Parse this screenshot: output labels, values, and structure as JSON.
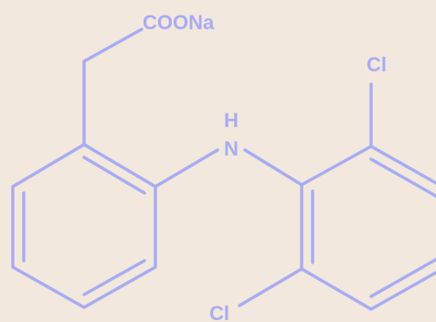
{
  "structure_name": "",
  "colors": {
    "background": "#f2e8dd",
    "bond": "#a8acf2",
    "label": "#a8acf2"
  },
  "labels": {
    "carboxylate": "COONa",
    "amine_h": "H",
    "amine_n": "N",
    "chlorine_top": "Cl",
    "chlorine_bottom": "Cl"
  }
}
